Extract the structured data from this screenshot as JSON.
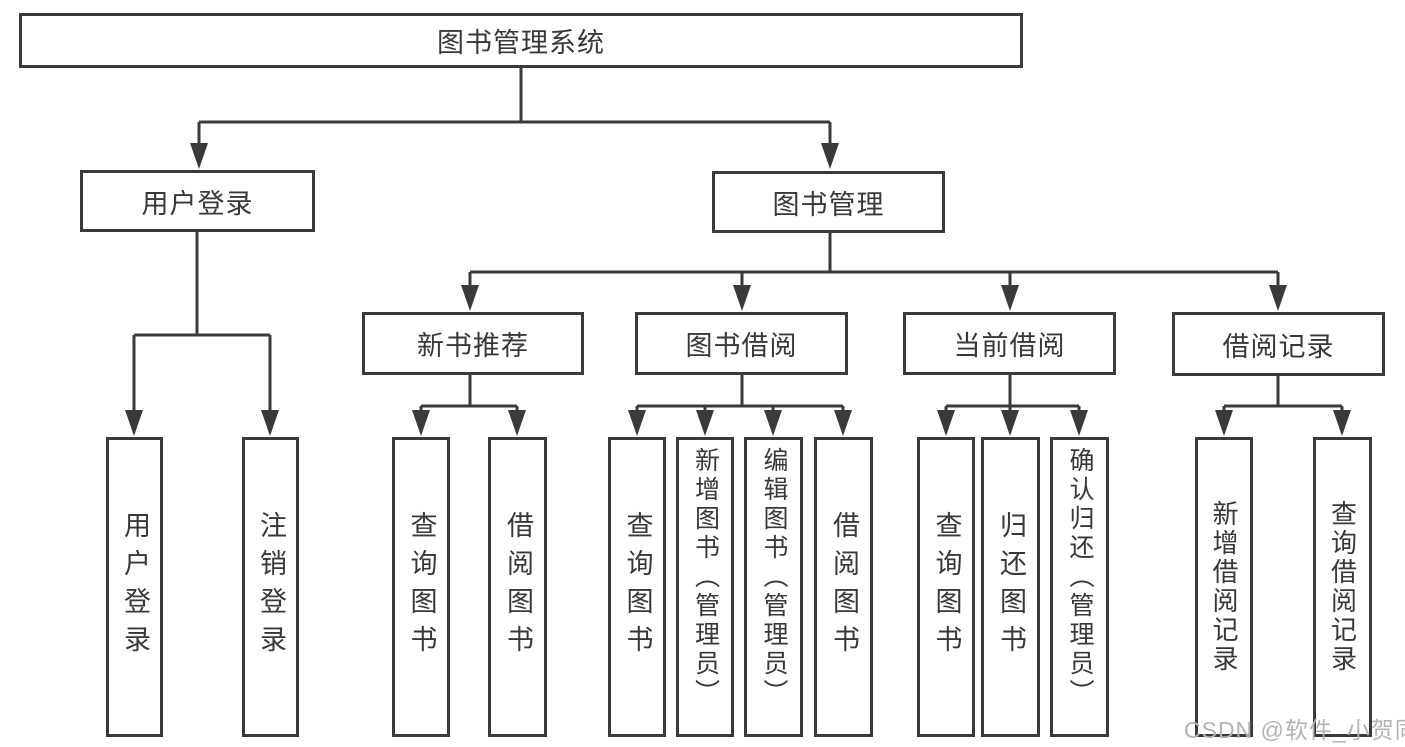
{
  "tree": {
    "root": {
      "label": "图书管理系统"
    },
    "branches": [
      {
        "label": "用户登录",
        "leaves": [
          {
            "label": "用户登录"
          },
          {
            "label": "注销登录"
          }
        ]
      },
      {
        "label": "图书管理",
        "groups": [
          {
            "label": "新书推荐",
            "leaves": [
              {
                "label": "查询图书"
              },
              {
                "label": "借阅图书"
              }
            ]
          },
          {
            "label": "图书借阅",
            "leaves": [
              {
                "label": "查询图书"
              },
              {
                "label": "新增图书（管理员）"
              },
              {
                "label": "编辑图书（管理员）"
              },
              {
                "label": "借阅图书"
              }
            ]
          },
          {
            "label": "当前借阅",
            "leaves": [
              {
                "label": "查询图书"
              },
              {
                "label": "归还图书"
              },
              {
                "label": "确认归还（管理员）"
              }
            ]
          },
          {
            "label": "借阅记录",
            "leaves": [
              {
                "label": "新增借阅记录"
              },
              {
                "label": "查询借阅记录"
              }
            ]
          }
        ]
      }
    ]
  },
  "watermark": "CSDN @软件_小贺同学",
  "colors": {
    "line": "#3a3a3a",
    "text": "#383838",
    "background": "#ffffff",
    "watermark": "#b3b3b3"
  }
}
